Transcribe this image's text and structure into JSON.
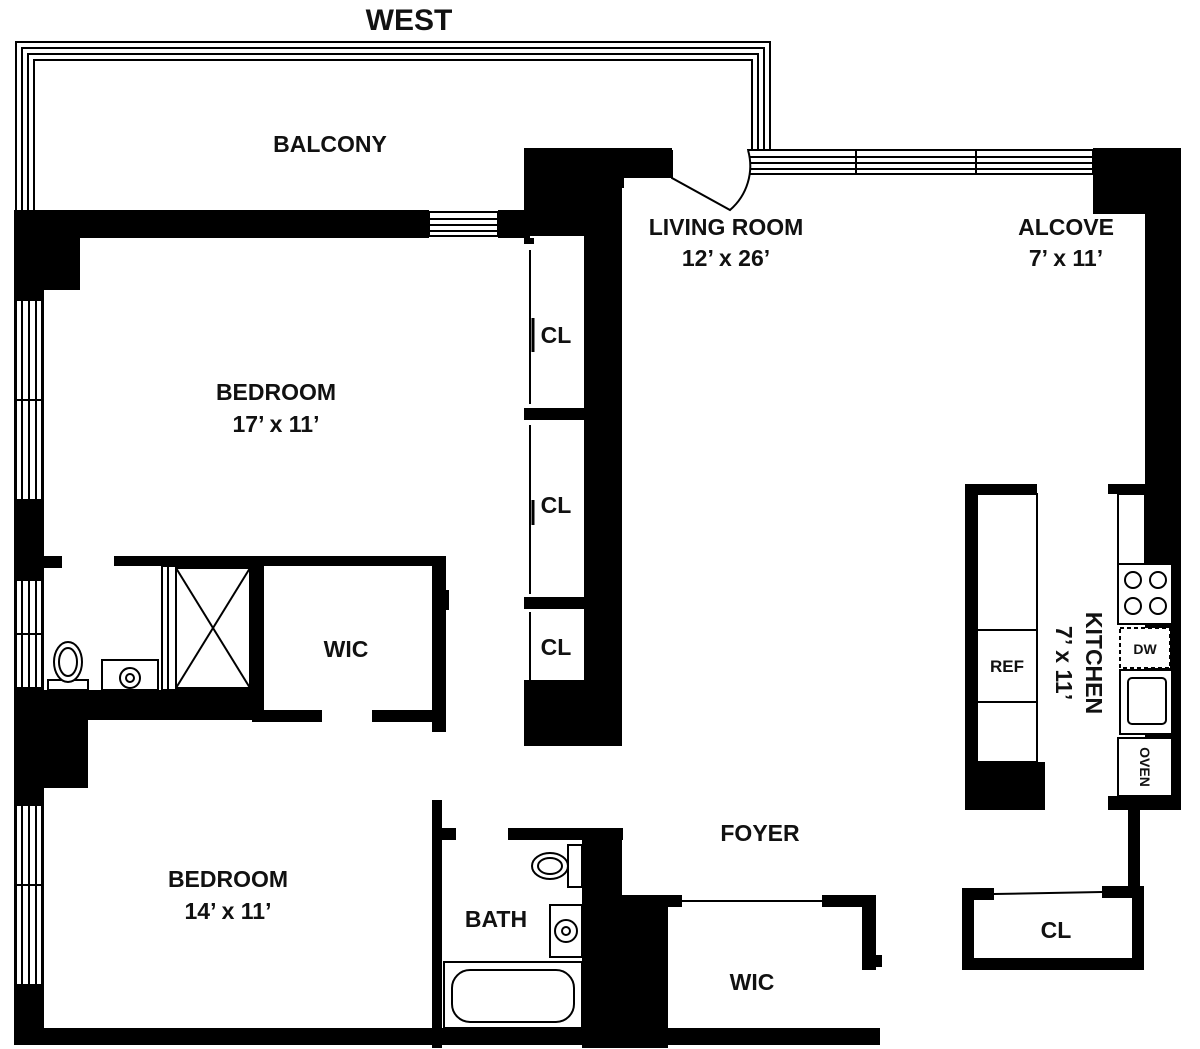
{
  "orientation": "WEST",
  "rooms": {
    "balcony": {
      "name": "BALCONY"
    },
    "living_room": {
      "name": "LIVING ROOM",
      "dims": "12’ x 26’"
    },
    "alcove": {
      "name": "ALCOVE",
      "dims": "7’ x 11’"
    },
    "bedroom_1": {
      "name": "BEDROOM",
      "dims": "17’ x 11’"
    },
    "bedroom_2": {
      "name": "BEDROOM",
      "dims": "14’ x 11’"
    },
    "kitchen": {
      "name": "KITCHEN",
      "dims": "7’ x 11’"
    },
    "foyer": {
      "name": "FOYER"
    },
    "bath": {
      "name": "BATH"
    },
    "wic_1": {
      "name": "WIC"
    },
    "wic_2": {
      "name": "WIC"
    },
    "cl_1": {
      "name": "CL"
    },
    "cl_2": {
      "name": "CL"
    },
    "cl_3": {
      "name": "CL"
    },
    "cl_4": {
      "name": "CL"
    }
  },
  "fixtures": {
    "ref": "REF",
    "dw": "DW",
    "oven": "OVEN"
  },
  "colors": {
    "wall": "#000000",
    "background": "#ffffff"
  }
}
